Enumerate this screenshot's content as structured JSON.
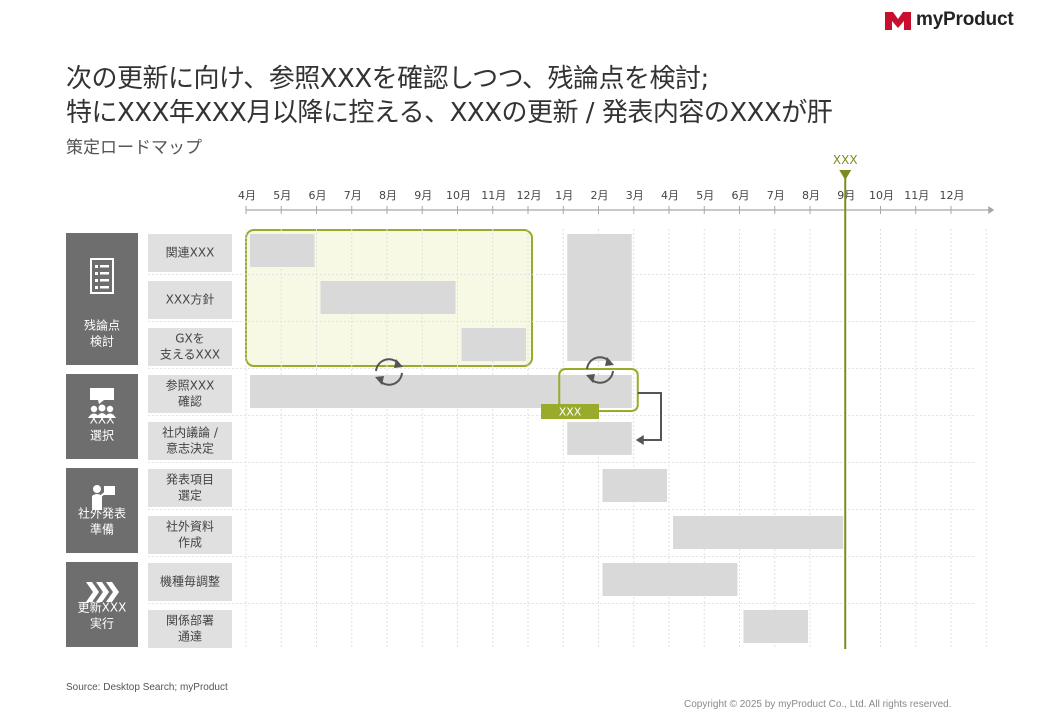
{
  "brand": {
    "name": "myProduct",
    "logo_color": "#c8102e"
  },
  "slide": {
    "title_line1": "次の更新に向け、参照XXXを確認しつつ、残論点を検討;",
    "title_line2": "特にXXX年XXX月以降に控える、XXXの更新 / 発表内容のXXXが肝",
    "subtitle": "策定ロードマップ",
    "source": "Source: Desktop Search; myProduct",
    "copyright": "Copyright © 2025 by myProduct Co., Ltd.  All rights reserved."
  },
  "timeline": {
    "months": [
      "4月",
      "5月",
      "6月",
      "7月",
      "8月",
      "9月",
      "10月",
      "11月",
      "12月",
      "1月",
      "2月",
      "3月",
      "4月",
      "5月",
      "6月",
      "7月",
      "8月",
      "9月",
      "10月",
      "11月",
      "12月"
    ],
    "milestone": {
      "label": "XXX",
      "month_index": 17
    }
  },
  "groups": [
    {
      "label": "残論点\n検討",
      "icon": "checklist-icon",
      "rows": [
        0,
        2
      ]
    },
    {
      "label": "XXX\n選択",
      "icon": "meeting-icon",
      "rows": [
        3,
        4
      ]
    },
    {
      "label": "社外発表\n準備",
      "icon": "presenter-icon",
      "rows": [
        5,
        6
      ]
    },
    {
      "label": "更新XXX\n実行",
      "icon": "chevrons-icon",
      "rows": [
        7,
        8
      ]
    }
  ],
  "rows": [
    "関連XXX",
    "XXX方針",
    "GXを\n支えるXXX",
    "参照XXX\n確認",
    "社内議論 /\n意志決定",
    "発表項目\n選定",
    "社外資料\n作成",
    "機種毎調整",
    "関係部署\n通達"
  ],
  "bars": [
    {
      "row": 0,
      "start": 0,
      "end": 2
    },
    {
      "row": 1,
      "start": 2,
      "end": 6
    },
    {
      "row": 2,
      "start": 6,
      "end": 8
    },
    {
      "row": 0,
      "start": 9,
      "end": 11,
      "row_end": 2
    },
    {
      "row": 3,
      "start": 0,
      "end": 11
    },
    {
      "row": 4,
      "start": 9,
      "end": 11
    },
    {
      "row": 5,
      "start": 10,
      "end": 12
    },
    {
      "row": 6,
      "start": 12,
      "end": 17
    },
    {
      "row": 7,
      "start": 10,
      "end": 14
    },
    {
      "row": 8,
      "start": 14,
      "end": 16
    }
  ],
  "callouts": {
    "tag_label": "XXX",
    "accent_color": "#9aaa2a",
    "highlight_fill": "#f7f9e4",
    "bar_color": "#d9d9d9",
    "group_color": "#6e6e6e",
    "milestone_color": "#7f8a1f"
  }
}
